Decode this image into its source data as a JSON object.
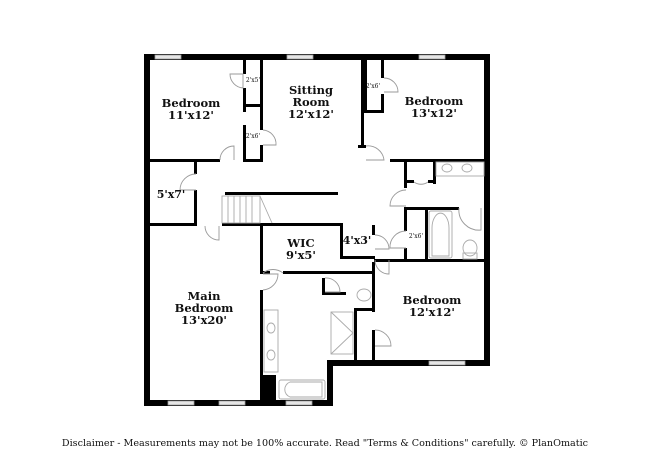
{
  "floorplan": {
    "rooms": [
      {
        "id": "bedroom-nw",
        "name": "Bedroom",
        "size": "11'x12'"
      },
      {
        "id": "sitting-room",
        "name": "Sitting\nRoom",
        "name_line1": "Sitting",
        "name_line2": "Room",
        "size": "12'x12'"
      },
      {
        "id": "bedroom-ne",
        "name": "Bedroom",
        "size": "13'x12'"
      },
      {
        "id": "storage-w",
        "size": "5'x7'"
      },
      {
        "id": "wic",
        "name": "WIC",
        "size": "9'x5'"
      },
      {
        "id": "closet-4x3",
        "size": "4'x3'"
      },
      {
        "id": "main-bedroom",
        "name_line1": "Main",
        "name_line2": "Bedroom",
        "size": "13'x20'"
      },
      {
        "id": "bedroom-se",
        "name": "Bedroom",
        "size": "12'x12'"
      }
    ],
    "closets": [
      {
        "id": "closet-2x5",
        "size": "2'x5'"
      },
      {
        "id": "closet-2x6-a",
        "size": "2'x6'"
      },
      {
        "id": "closet-2x6-b",
        "size": "2'x6'"
      },
      {
        "id": "closet-2x6-c",
        "size": "2'x6'"
      }
    ],
    "colors": {
      "wall": "#000000",
      "window": "#e6e6e6",
      "fixture": "#aaaaaa",
      "background": "#ffffff"
    }
  },
  "footer": {
    "disclaimer": "Disclaimer - Measurements may not be 100% accurate. Read \"Terms & Conditions\" carefully. © PlanOmatic"
  }
}
